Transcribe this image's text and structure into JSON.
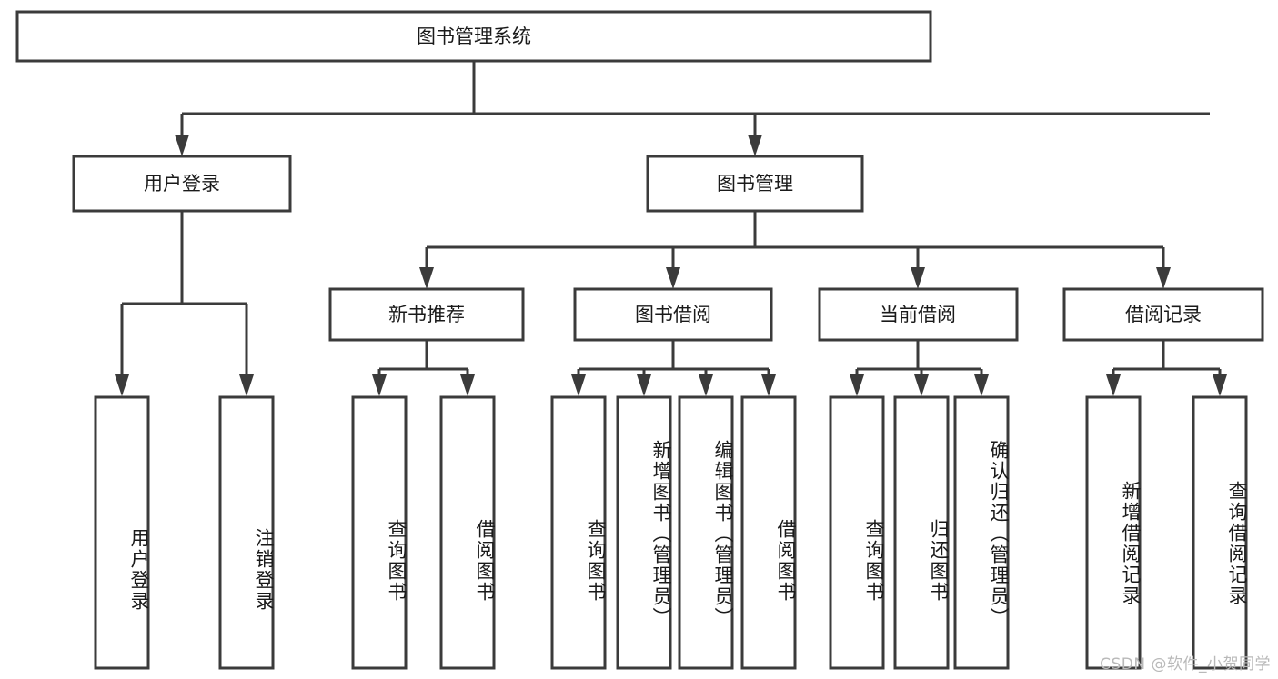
{
  "diagram": {
    "title": "图书管理系统",
    "type": "tree-hierarchy",
    "style": {
      "background": "#ffffff",
      "box_fill": "#ffffff",
      "box_stroke": "#3b3b3b",
      "text_color": "#1a1a1a",
      "watermark_color": "#b9b9b9"
    },
    "root": {
      "label": "图书管理系统"
    },
    "level1": [
      {
        "label": "用户登录"
      },
      {
        "label": "图书管理"
      }
    ],
    "level2": [
      {
        "label": "新书推荐"
      },
      {
        "label": "图书借阅"
      },
      {
        "label": "当前借阅"
      },
      {
        "label": "借阅记录"
      }
    ],
    "leaves": {
      "user_login": [
        {
          "label": "用户登录"
        },
        {
          "label": "注销登录"
        }
      ],
      "new_book_recommend": [
        {
          "label": "查询图书"
        },
        {
          "label": "借阅图书"
        }
      ],
      "book_borrow": [
        {
          "label": "查询图书"
        },
        {
          "label": "新增图书（管理员）"
        },
        {
          "label": "编辑图书（管理员）"
        },
        {
          "label": "借阅图书"
        }
      ],
      "current_borrow": [
        {
          "label": "查询图书"
        },
        {
          "label": "归还图书"
        },
        {
          "label": "确认归还（管理员）"
        }
      ],
      "borrow_record": [
        {
          "label": "新增借阅记录"
        },
        {
          "label": "查询借阅记录"
        }
      ]
    },
    "watermark": "CSDN @软件_小贺同学"
  }
}
